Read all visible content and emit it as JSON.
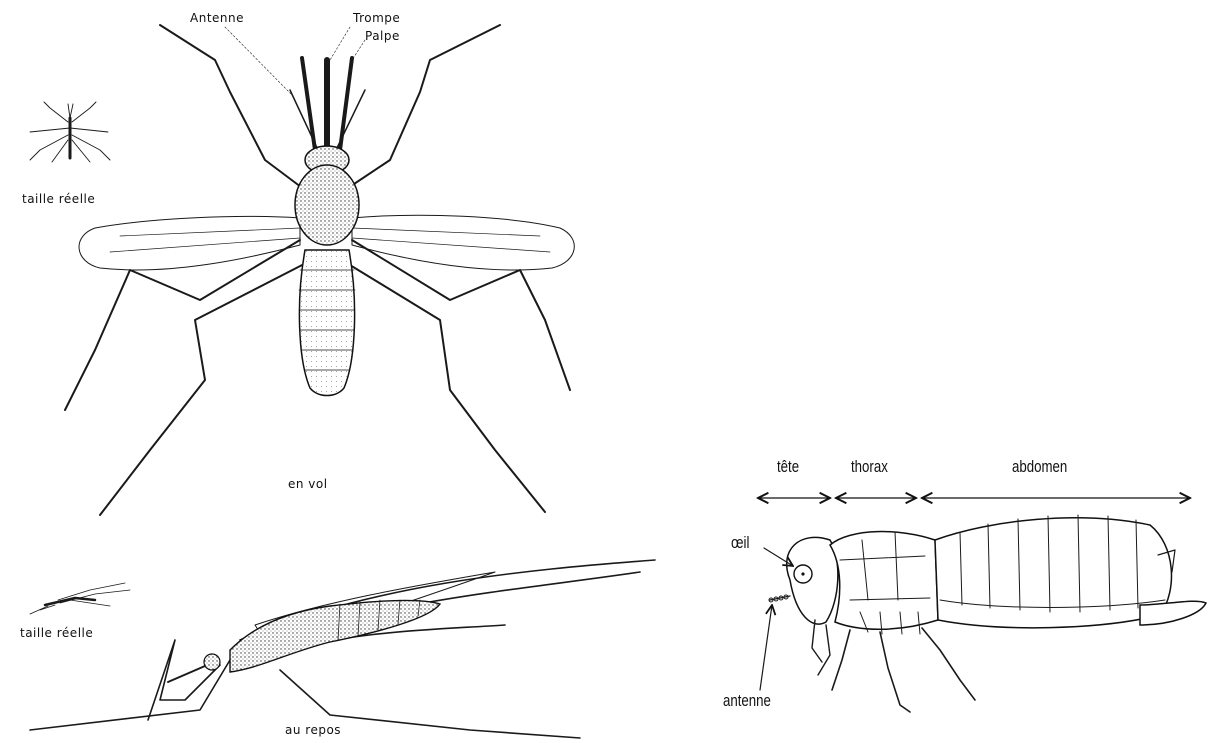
{
  "mosquito_flight": {
    "label_antenne": "Antenne",
    "label_trompe": "Trompe",
    "label_palpe": "Palpe",
    "small_caption": "taille réelle",
    "caption": "en vol"
  },
  "mosquito_rest": {
    "small_caption": "taille réelle",
    "caption": "au repos"
  },
  "larva": {
    "seg_tete": "tête",
    "seg_thorax": "thorax",
    "seg_abdomen": "abdomen",
    "label_oeil": "œil",
    "label_antenne": "antenne"
  }
}
